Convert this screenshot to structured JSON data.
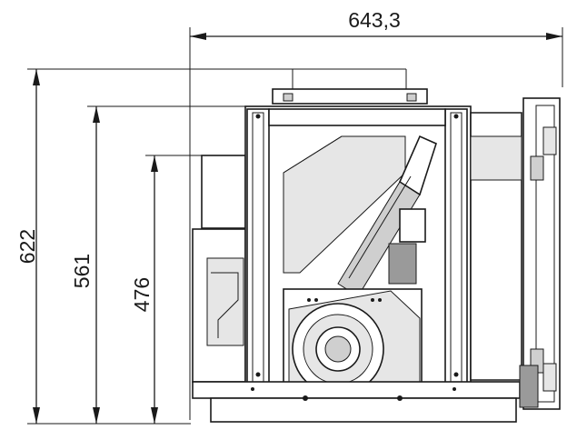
{
  "dimensions": {
    "width_label": "643,3",
    "height_overall_label": "622",
    "height_mid_label": "561",
    "height_inner_label": "476"
  }
}
